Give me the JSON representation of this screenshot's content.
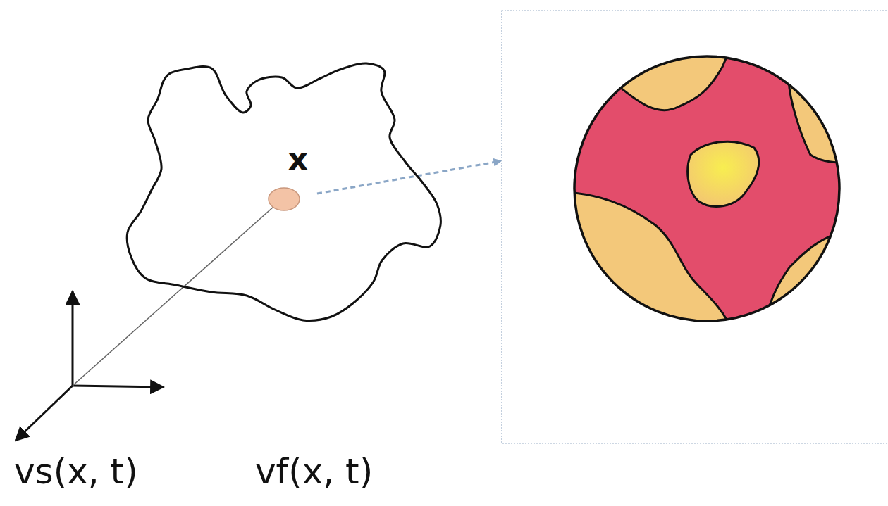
{
  "diagram": {
    "nodes": [
      {
        "text": [
          "x"
        ]
      }
    ],
    "labels": [
      "vs(x, t)",
      "vf(x, t)"
    ]
  }
}
